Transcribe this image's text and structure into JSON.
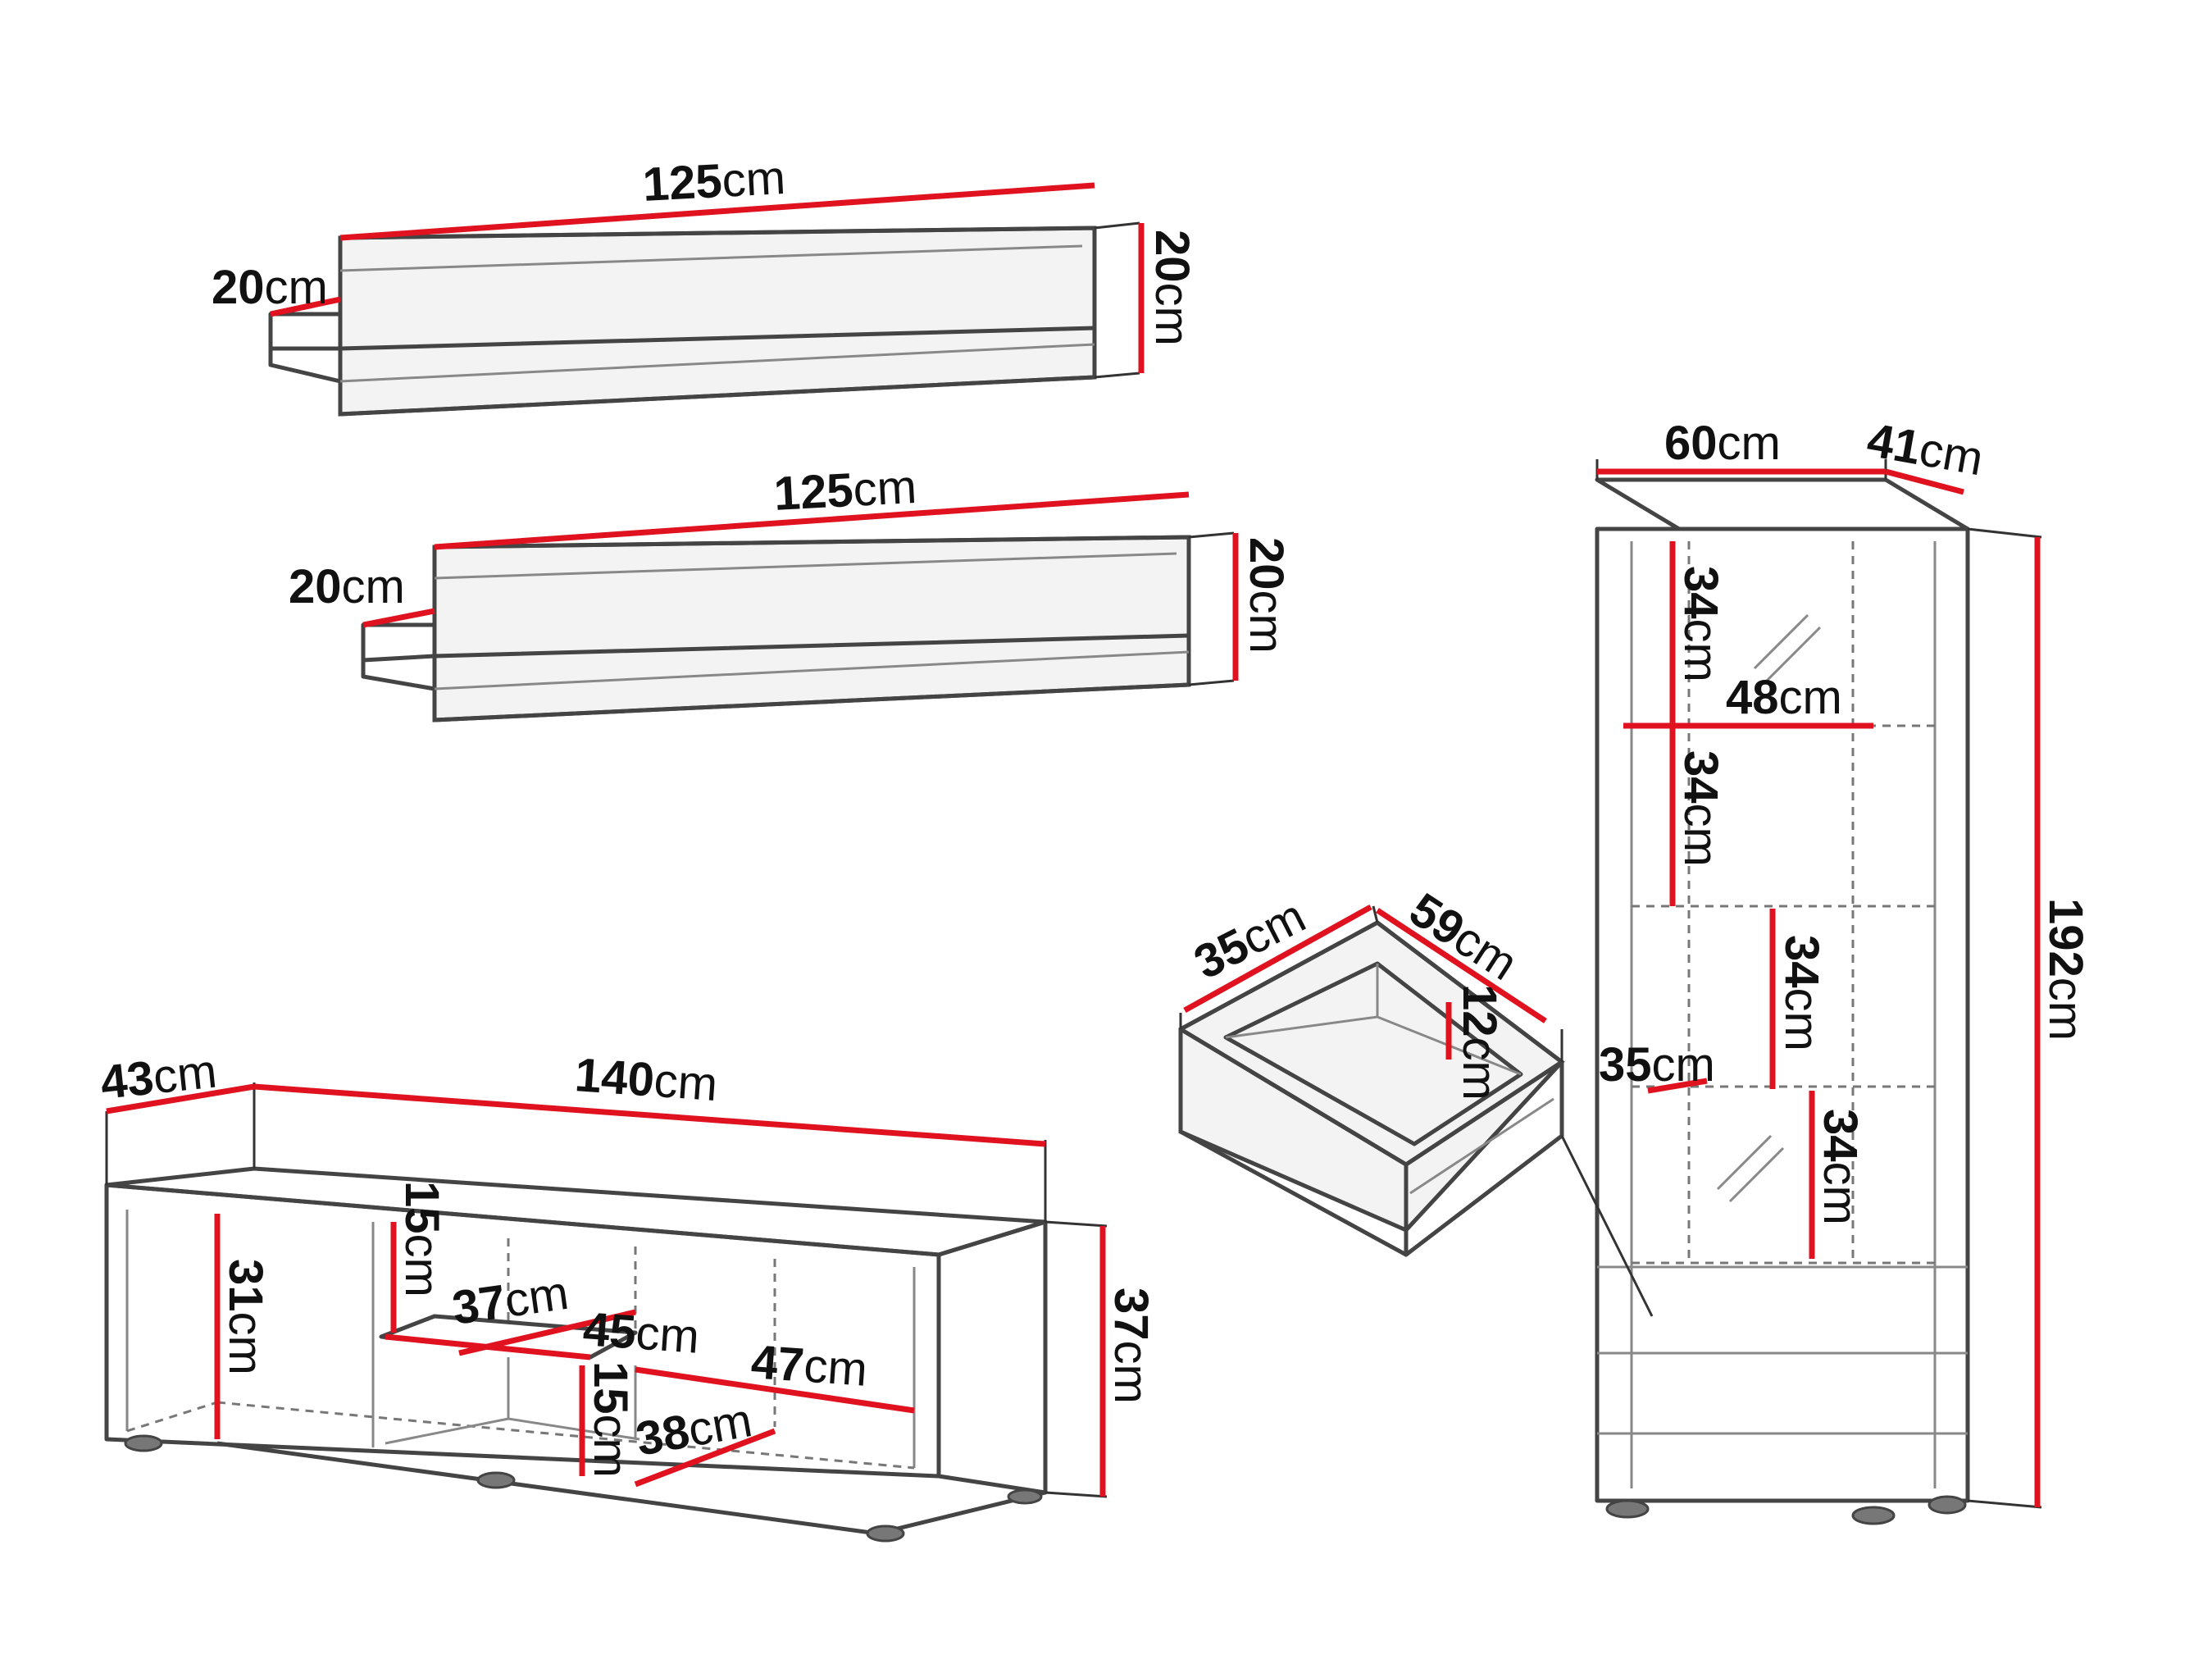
{
  "unit": "cm",
  "shelf_top": {
    "width": "125",
    "depth": "20",
    "height": "20"
  },
  "shelf_bottom": {
    "width": "125",
    "depth": "20",
    "height": "20"
  },
  "vitrine": {
    "width": "60",
    "depth": "41",
    "height": "192",
    "inner_width": "48",
    "compartment_1": "34",
    "compartment_2": "34",
    "compartment_3": "34",
    "compartment_4": "34",
    "shelf_depth": "35"
  },
  "drawer": {
    "width": "59",
    "depth": "35",
    "height": "12"
  },
  "tv_stand": {
    "width": "140",
    "depth": "43",
    "height": "37",
    "left_inner_height": "31",
    "top_niche_height": "15",
    "shelf_37": "37",
    "shelf_45": "45",
    "shelf_47": "47",
    "bottom_niche_height": "15",
    "bottom_38": "38"
  }
}
